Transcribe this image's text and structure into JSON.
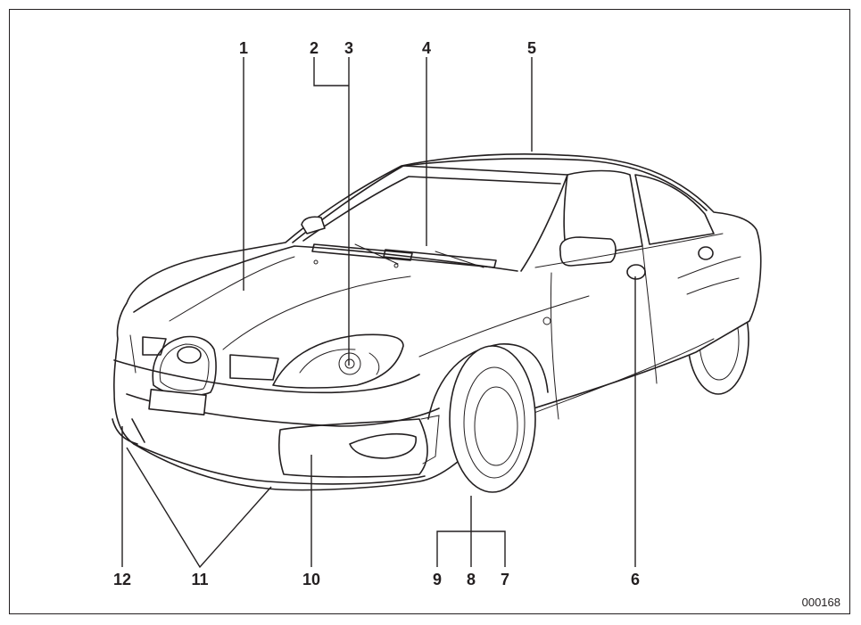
{
  "figure_id": "000168",
  "callouts": [
    {
      "id": "c1",
      "label": "1"
    },
    {
      "id": "c2",
      "label": "2"
    },
    {
      "id": "c3",
      "label": "3"
    },
    {
      "id": "c4",
      "label": "4"
    },
    {
      "id": "c5",
      "label": "5"
    },
    {
      "id": "c6",
      "label": "6"
    },
    {
      "id": "c7",
      "label": "7"
    },
    {
      "id": "c8",
      "label": "8"
    },
    {
      "id": "c9",
      "label": "9"
    },
    {
      "id": "c10",
      "label": "10"
    },
    {
      "id": "c11",
      "label": "11"
    },
    {
      "id": "c12",
      "label": "12"
    }
  ],
  "colors": {
    "ink": "#231f20",
    "background": "#ffffff"
  }
}
